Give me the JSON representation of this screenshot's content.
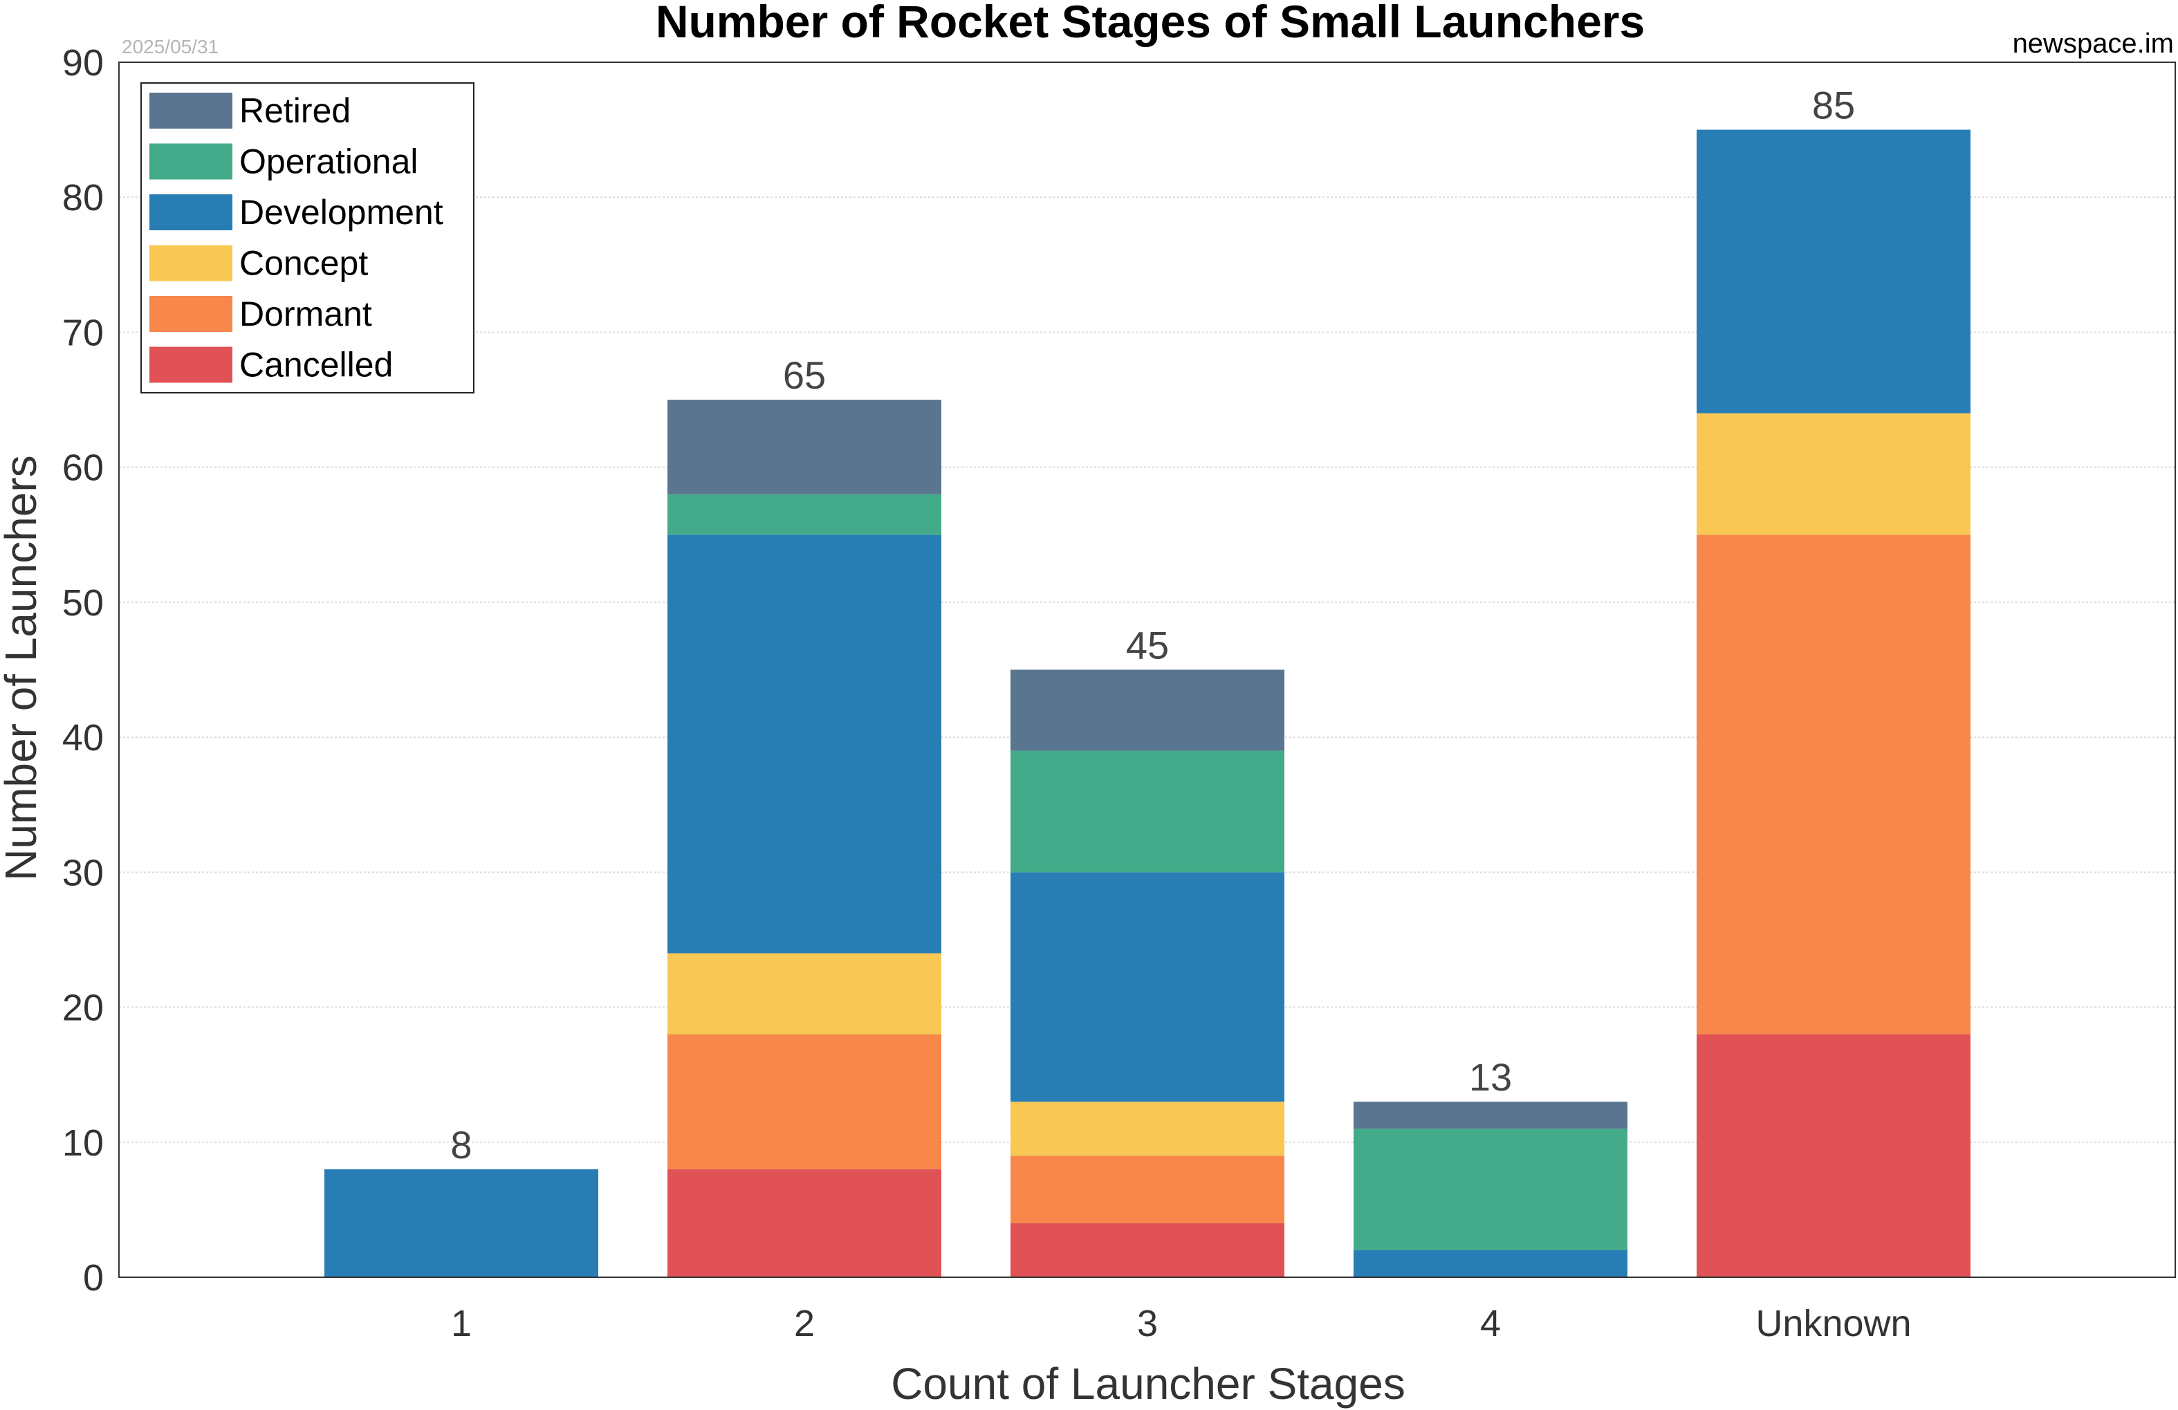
{
  "chart_data": {
    "type": "bar",
    "stacked": true,
    "title": "Number of Rocket Stages of Small Launchers",
    "date_label": "2025/05/31",
    "source_label": "newspace.im",
    "xlabel": "Count of Launcher Stages",
    "ylabel": "Number of Launchers",
    "ylim": [
      0,
      90
    ],
    "yticks": [
      0,
      10,
      20,
      30,
      40,
      50,
      60,
      70,
      80,
      90
    ],
    "grid": true,
    "legend_position": "top-left",
    "categories": [
      "1",
      "2",
      "3",
      "4",
      "Unknown"
    ],
    "totals": [
      8,
      65,
      45,
      13,
      85
    ],
    "series": [
      {
        "name": "Cancelled",
        "color": "#e05256",
        "values": [
          0,
          8,
          4,
          0,
          18
        ]
      },
      {
        "name": "Dormant",
        "color": "#f7874a",
        "values": [
          0,
          10,
          5,
          0,
          37
        ]
      },
      {
        "name": "Concept",
        "color": "#f8c754",
        "values": [
          0,
          6,
          4,
          0,
          9
        ]
      },
      {
        "name": "Development",
        "color": "#297db5",
        "values": [
          8,
          31,
          17,
          2,
          21
        ]
      },
      {
        "name": "Operational",
        "color": "#43ab8a",
        "values": [
          0,
          3,
          9,
          9,
          0
        ]
      },
      {
        "name": "Retired",
        "color": "#59758f",
        "values": [
          0,
          7,
          6,
          2,
          0
        ]
      }
    ]
  }
}
